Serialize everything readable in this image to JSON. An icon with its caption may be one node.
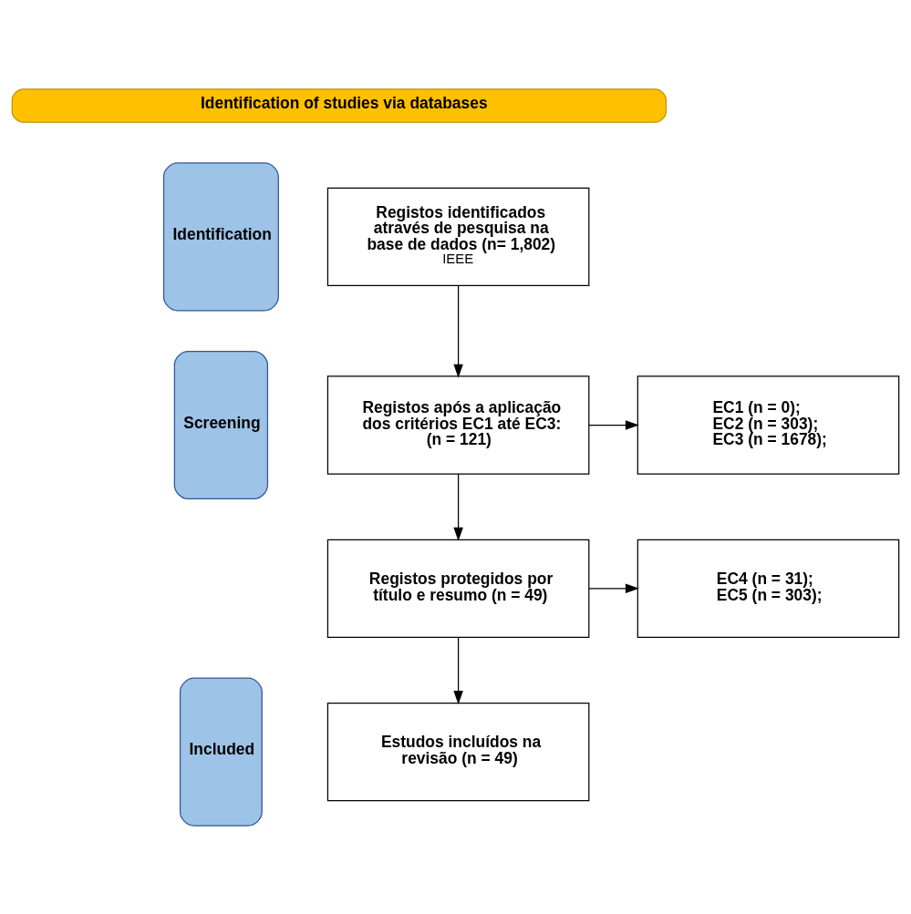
{
  "diagram": {
    "nodes": [
      {
        "text": [
          "Identification of studies via databases"
        ]
      },
      {
        "text": [
          "Identification"
        ]
      },
      {
        "text": [
          "Screening"
        ]
      },
      {
        "text": [
          "Included"
        ]
      },
      {
        "text": [
          "Registos identificados através de pesquisa na base de dados (n= 1,802)",
          "IEEE"
        ]
      },
      {
        "text": [
          "Registos após a aplicação dos critérios EC1 até EC3: (n = 121)"
        ]
      },
      {
        "text": [
          "EC1 (n = 0);",
          "EC2 (n = 303);",
          "EC3 (n = 1678);"
        ]
      },
      {
        "text": [
          "Registos protegidos por título e resumo (n = 49)"
        ]
      },
      {
        "text": [
          "EC4 (n = 31);",
          "EC5 (n = 303);"
        ]
      },
      {
        "text": [
          "Estudos incluídos na revisão (n = 49)"
        ]
      }
    ],
    "edges": [
      {
        "from": 4,
        "to": 5,
        "arrow": "to"
      },
      {
        "from": 5,
        "to": 6,
        "arrow": "to"
      },
      {
        "from": 5,
        "to": 7,
        "arrow": "to"
      },
      {
        "from": 7,
        "to": 8,
        "arrow": "to"
      },
      {
        "from": 7,
        "to": 9,
        "arrow": "to"
      }
    ]
  }
}
